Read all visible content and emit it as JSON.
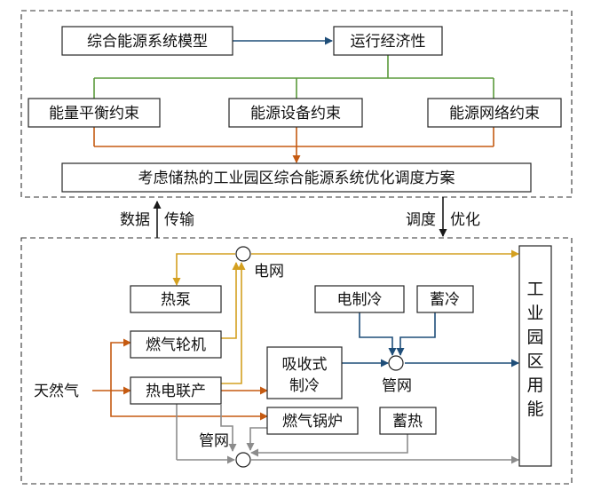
{
  "top_section": {
    "model": "综合能源系统模型",
    "economy": "运行经济性",
    "constraint_energy_balance": "能量平衡约束",
    "constraint_equipment": "能源设备约束",
    "constraint_network": "能源网络约束",
    "scheme": "考虑储热的工业园区综合能源系统优化调度方案"
  },
  "links": {
    "data_left": "数据",
    "data_right": "传输",
    "dispatch_left": "调度",
    "dispatch_right": "优化"
  },
  "bottom_section": {
    "grid": "电网",
    "heat_pump": "热泵",
    "gas_turbine": "燃气轮机",
    "natural_gas": "天然气",
    "chp": "热电联产",
    "absorption_line1": "吸收式",
    "absorption_line2": "制冷",
    "electric_cooling": "电制冷",
    "cold_storage": "蓄冷",
    "pipe_network_cold": "管网",
    "gas_boiler": "燃气锅炉",
    "heat_storage": "蓄热",
    "pipe_network_heat": "管网",
    "industrial_load_chars": [
      "工",
      "业",
      "园",
      "区",
      "用",
      "能"
    ]
  },
  "colors": {
    "green": "#5a9a3a",
    "orange": "#c55a11",
    "blue": "#1f4e79",
    "gold": "#d4a020",
    "gray": "#8c8c8c"
  }
}
